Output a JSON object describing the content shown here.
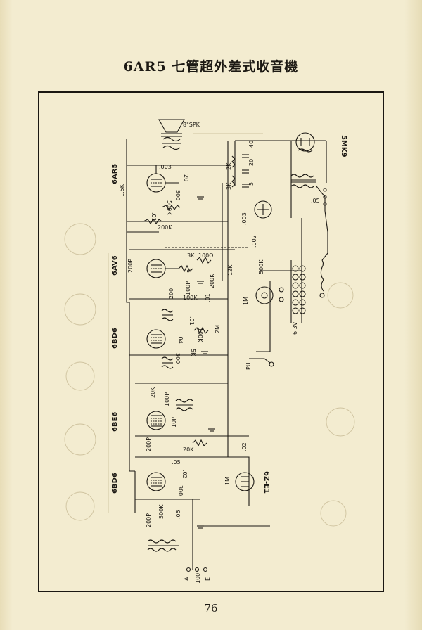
{
  "title": "6AR5 七管超外差式收音機",
  "page_number": "76",
  "tubes": [
    {
      "key": "6AR5",
      "label": "6AR5"
    },
    {
      "key": "6AV6",
      "label": "6AV6"
    },
    {
      "key": "6BD6a",
      "label": "6BD6"
    },
    {
      "key": "6BE6",
      "label": "6BE6"
    },
    {
      "key": "6BD6b",
      "label": "6BD6"
    },
    {
      "key": "6Z-E1",
      "label": "6Z-E1"
    },
    {
      "key": "5MK9",
      "label": "5MK9"
    }
  ],
  "labels": {
    "speaker": "8\"SPK",
    "r_1_5k": "1.5K",
    "c_003_top": ".003",
    "c_20": "20",
    "r_500": "500",
    "c_01_top": ".01",
    "r_500k_top": "500K",
    "r_200k": "200K",
    "r_2k": "2K",
    "r_3k": "3K",
    "c_40": "40",
    "c_20b": "20",
    "c_5": "5",
    "c_003_mid": ".003",
    "c_002": ".002",
    "c_05_ps": ".05",
    "c_200p_av6": "200P",
    "r_3k_b": "3K",
    "r_100k_b": "100Ω",
    "c_5b": "5",
    "r_12k": "12K",
    "r_500k_b": "500K",
    "c_200_av6": "200",
    "c_100p_av6": "100P",
    "r_200k_av6": "200K",
    "r_100k_av6": "100K",
    "c_01_av6": ".01",
    "r_1m_av6": "1M",
    "c_01_bd6": ".01",
    "r_100k_bd6": "100K",
    "c_04_bd6": ".04",
    "r_300_bd6": "300",
    "r_5k_bd6": "5K",
    "r_2m_bd6": "2M",
    "pu": "PU",
    "c_6_3v": "6.3V",
    "r_20k_be6": "20K",
    "c_100p_be6": "100P",
    "c_10p_be6": "10P",
    "c_200p_be6": "200P",
    "r_20k_be6b": "20K",
    "c_02_be6": ".02",
    "c_05_bd6b": ".05",
    "c_02_bd6b": ".02",
    "r_300_bd6b": "300",
    "r_1m_e1": "1M",
    "c_200p_in": "200P",
    "r_500k_in": "500K",
    "c_05_in": ".05",
    "ant_a": "A",
    "ant_100p": "100P",
    "ant_e": "E"
  },
  "colors": {
    "ink": "#1b1813",
    "paper": "#f3ecd0"
  }
}
